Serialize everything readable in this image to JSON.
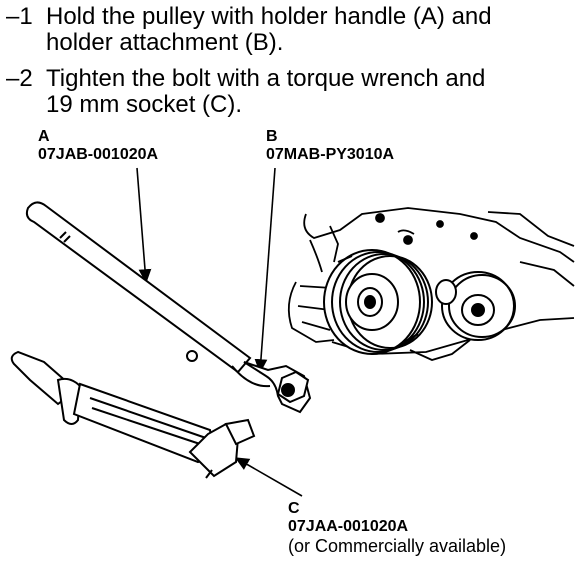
{
  "steps": [
    {
      "number": "–1",
      "line1": "Hold the pulley with holder handle (A) and",
      "line2": "holder attachment (B)."
    },
    {
      "number": "–2",
      "line1": "Tighten the bolt with a torque wrench and",
      "line2": "19 mm socket (C)."
    }
  ],
  "callouts": {
    "a": {
      "letter": "A",
      "part_number": "07JAB-001020A"
    },
    "b": {
      "letter": "B",
      "part_number": "07MAB-PY3010A"
    },
    "c": {
      "letter": "C",
      "part_number": "07JAA-001020A",
      "note": "(or Commercially available)"
    }
  },
  "colors": {
    "ink": "#000000",
    "paper": "#ffffff"
  }
}
